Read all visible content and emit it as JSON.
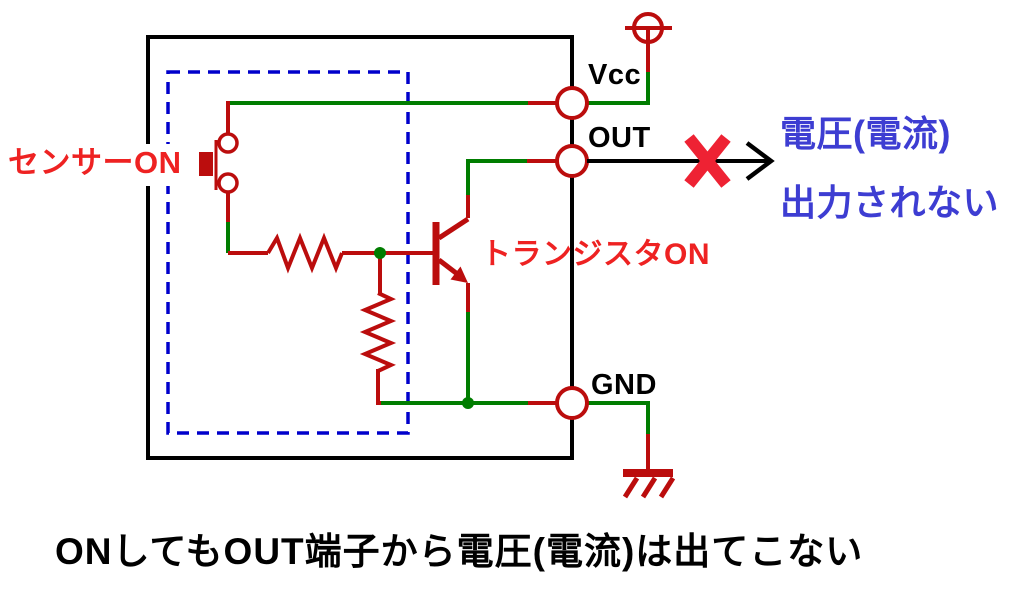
{
  "diagram": {
    "terminals": {
      "vcc": "Vcc",
      "out": "OUT",
      "gnd": "GND"
    },
    "annotations": {
      "sensor_on": "センサーON",
      "transistor_on": "トランジスタON",
      "no_output_line1": "電圧(電流)",
      "no_output_line2": "出力されない"
    },
    "caption": "ONしてもOUT端子から電圧(電流)は出てこない",
    "colors": {
      "wire_red": "#bb0d0d",
      "wire_green": "#007d00",
      "outline_black": "#000000",
      "dashed_blue": "#0000cc",
      "label_red": "#ee2222",
      "label_blue": "#3d3dd2",
      "label_black": "#000000",
      "cross_red": "#ee2233"
    }
  }
}
